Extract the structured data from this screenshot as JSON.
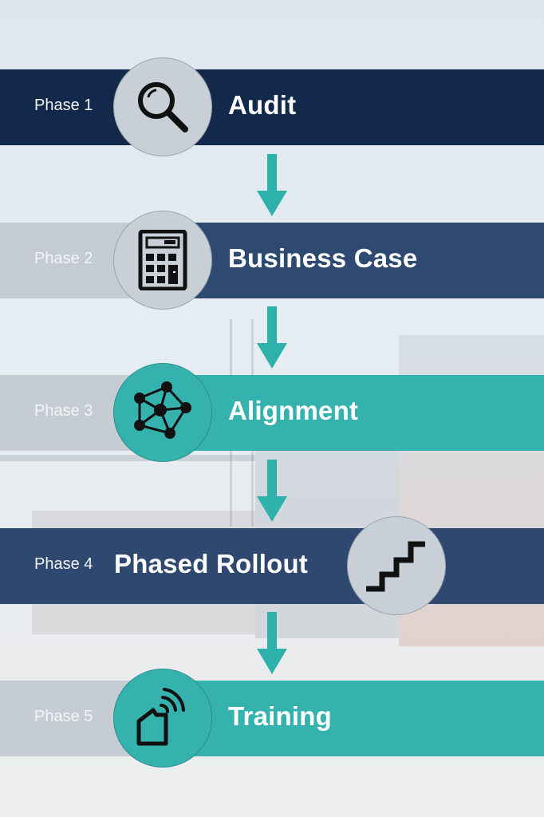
{
  "colors": {
    "navy": "#13294b",
    "navy_light": "#2f4a70",
    "teal": "#35b2ad",
    "gray": "#c6ccd3",
    "arrow": "#2fb1ab"
  },
  "phases": [
    {
      "label": "Phase 1",
      "title": "Audit",
      "icon": "magnifying-glass-icon"
    },
    {
      "label": "Phase 2",
      "title": "Business Case",
      "icon": "calculator-icon"
    },
    {
      "label": "Phase 3",
      "title": "Alignment",
      "icon": "network-icon"
    },
    {
      "label": "Phase 4",
      "title": "Phased Rollout",
      "icon": "stairs-icon"
    },
    {
      "label": "Phase 5",
      "title": "Training",
      "icon": "wireless-house-icon"
    }
  ]
}
